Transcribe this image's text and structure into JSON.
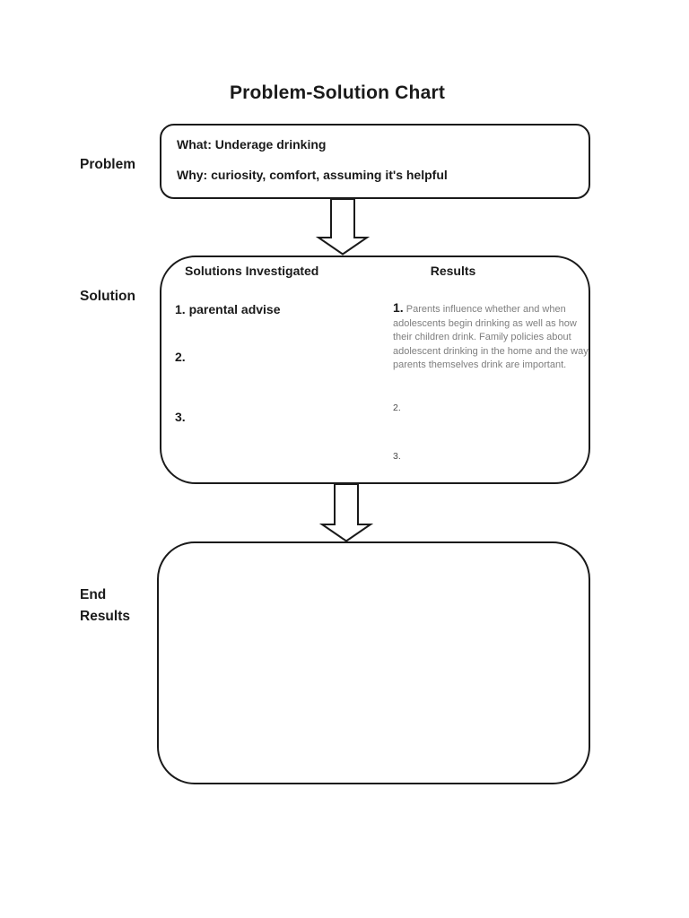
{
  "page": {
    "title": "Problem-Solution Chart"
  },
  "problem": {
    "label": "Problem",
    "what": "What: Underage drinking",
    "why": "Why: curiosity, comfort, assuming it's helpful"
  },
  "solution": {
    "label": "Solution",
    "headers": {
      "solutions": "Solutions Investigated",
      "results": "Results"
    },
    "solutions": [
      {
        "label": "1. parental advise"
      },
      {
        "label": "2."
      },
      {
        "label": "3."
      }
    ],
    "results": [
      {
        "num": "1.",
        "text": "Parents influence whether and when adolescents begin drinking as well as how their children drink. Family policies about adolescent drinking in the home and the way parents themselves drink are important."
      },
      {
        "num": "2.",
        "text": ""
      },
      {
        "num": "3.",
        "text": ""
      }
    ]
  },
  "end_results": {
    "label_line1": "End",
    "label_line2": "Results"
  },
  "colors": {
    "ink": "#1a1a1a",
    "muted_text": "#7e7e7e",
    "paper": "#ffffff"
  }
}
